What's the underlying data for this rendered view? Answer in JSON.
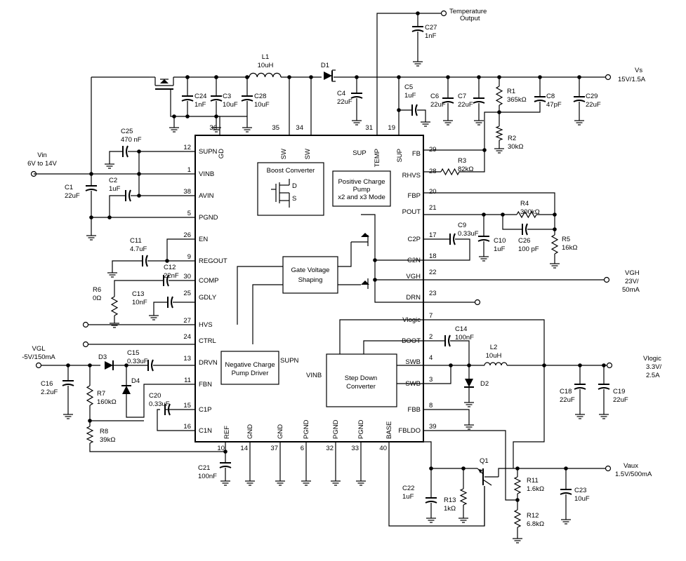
{
  "ic": {
    "left_pins": [
      {
        "name": "SUPN",
        "num": "12"
      },
      {
        "name": "VINB",
        "num": "1"
      },
      {
        "name": "AVIN",
        "num": "38"
      },
      {
        "name": "PGND",
        "num": "5"
      },
      {
        "name": "EN",
        "num": "26"
      },
      {
        "name": "REGOUT",
        "num": "9"
      },
      {
        "name": "COMP",
        "num": "30"
      },
      {
        "name": "GDLY",
        "num": "25"
      },
      {
        "name": "HVS",
        "num": "27"
      },
      {
        "name": "CTRL",
        "num": "24"
      },
      {
        "name": "DRVN",
        "num": "13"
      },
      {
        "name": "FBN",
        "num": "11"
      },
      {
        "name": "C1P",
        "num": "15"
      },
      {
        "name": "C1N",
        "num": "16"
      }
    ],
    "right_pins": [
      {
        "name": "FB",
        "num": "29"
      },
      {
        "name": "RHVS",
        "num": "28"
      },
      {
        "name": "FBP",
        "num": "20"
      },
      {
        "name": "POUT",
        "num": "21"
      },
      {
        "name": "C2P",
        "num": "17"
      },
      {
        "name": "C2N",
        "num": "18"
      },
      {
        "name": "VGH",
        "num": "22"
      },
      {
        "name": "DRN",
        "num": "23"
      },
      {
        "name": "Vlogic",
        "num": "7"
      },
      {
        "name": "BOOT",
        "num": "2"
      },
      {
        "name": "SWB",
        "num": "4"
      },
      {
        "name": "SWB",
        "num": "3"
      },
      {
        "name": "FBB",
        "num": "8"
      },
      {
        "name": "FBLDO",
        "num": "39"
      }
    ],
    "top_pins": [
      {
        "name": "GD",
        "num": "36"
      },
      {
        "name": "SW",
        "num": "35"
      },
      {
        "name": "SW",
        "num": "34"
      },
      {
        "name": "TEMP",
        "num": "31"
      },
      {
        "name": "SUP",
        "num": "19"
      }
    ],
    "bottom_pins": [
      {
        "name": "REF",
        "num": "10"
      },
      {
        "name": "GND",
        "num": "14"
      },
      {
        "name": "GND",
        "num": "37"
      },
      {
        "name": "PGND",
        "num": "6"
      },
      {
        "name": "PGND",
        "num": "32"
      },
      {
        "name": "PGND",
        "num": "33"
      },
      {
        "name": "BASE",
        "num": "40"
      }
    ]
  },
  "blocks": {
    "boost": "Boost Converter",
    "mos_d": "D",
    "mos_s": "S",
    "pump_pos": [
      "Positive Charge",
      "Pump",
      "x2 and x3 Mode"
    ],
    "pump_sup": "SUP",
    "gate": [
      "Gate Voltage",
      "Shaping"
    ],
    "pump_neg": [
      "Negative Charge",
      "Pump Driver"
    ],
    "pump_neg_supn": "SUPN",
    "stepdown": [
      "Step Down",
      "Converter"
    ],
    "stepdown_vinb": "VINB"
  },
  "components": {
    "C1": [
      "C1",
      "22uF"
    ],
    "C2": [
      "C2",
      "1uF"
    ],
    "C25": [
      "C25",
      "470 nF"
    ],
    "C24": [
      "C24",
      "1nF"
    ],
    "C3": [
      "C3",
      "10uF"
    ],
    "C28": [
      "C28",
      "10uF"
    ],
    "L1": [
      "L1",
      "10uH"
    ],
    "D1": [
      "D1"
    ],
    "C4": [
      "C4",
      "22uF"
    ],
    "C5": [
      "C5",
      "1uF"
    ],
    "C6": [
      "C6",
      "22uF"
    ],
    "C7": [
      "C7",
      "22uF"
    ],
    "R1": [
      "R1",
      "365kΩ"
    ],
    "C8": [
      "C8",
      "47pF"
    ],
    "C29": [
      "C29",
      "22uF"
    ],
    "R2": [
      "R2",
      "30kΩ"
    ],
    "C27": [
      "C27",
      "1nF"
    ],
    "R3": [
      "R3",
      "82kΩ"
    ],
    "R4": [
      "R4",
      "300kΩ"
    ],
    "C9": [
      "C9",
      "0.33uF"
    ],
    "C10": [
      "C10",
      "1uF"
    ],
    "C26": [
      "C26",
      "100 pF"
    ],
    "R5": [
      "R5",
      "16kΩ"
    ],
    "C11": [
      "C11",
      "4.7uF"
    ],
    "C12": [
      "C12",
      "22nF"
    ],
    "R6": [
      "R6",
      "0Ω"
    ],
    "C13": [
      "C13",
      "10nF"
    ],
    "D3": [
      "D3"
    ],
    "C15": [
      "C15",
      "0.33uF"
    ],
    "D4": [
      "D4"
    ],
    "C16": [
      "C16",
      "2.2uF"
    ],
    "R7": [
      "R7",
      "160kΩ"
    ],
    "R8": [
      "R8",
      "39kΩ"
    ],
    "C20": [
      "C20",
      "0.33uF"
    ],
    "C21": [
      "C21",
      "100nF"
    ],
    "C14": [
      "C14",
      "100nF"
    ],
    "L2": [
      "L2",
      "10uH"
    ],
    "D2": [
      "D2"
    ],
    "C18": [
      "C18",
      "22uF"
    ],
    "C19": [
      "C19",
      "22uF"
    ],
    "Q1": [
      "Q1"
    ],
    "C22": [
      "C22",
      "1uF"
    ],
    "R13": [
      "R13",
      "1kΩ"
    ],
    "R11": [
      "R11",
      "1.6kΩ"
    ],
    "R12": [
      "R12",
      "6.8kΩ"
    ],
    "C23": [
      "C23",
      "10uF"
    ]
  },
  "nets": {
    "vin": [
      "Vin",
      "6V to 14V"
    ],
    "vs": [
      "Vs",
      "15V/1.5A"
    ],
    "temp": [
      "Temperature",
      "Output"
    ],
    "vgh": [
      "VGH",
      "23V/",
      "50mA"
    ],
    "vgl": [
      "VGL",
      "-5V/150mA"
    ],
    "vlogic": [
      "Vlogic",
      "3.3V/",
      "2.5A"
    ],
    "vaux": [
      "Vaux",
      "1.5V/500mA"
    ]
  }
}
